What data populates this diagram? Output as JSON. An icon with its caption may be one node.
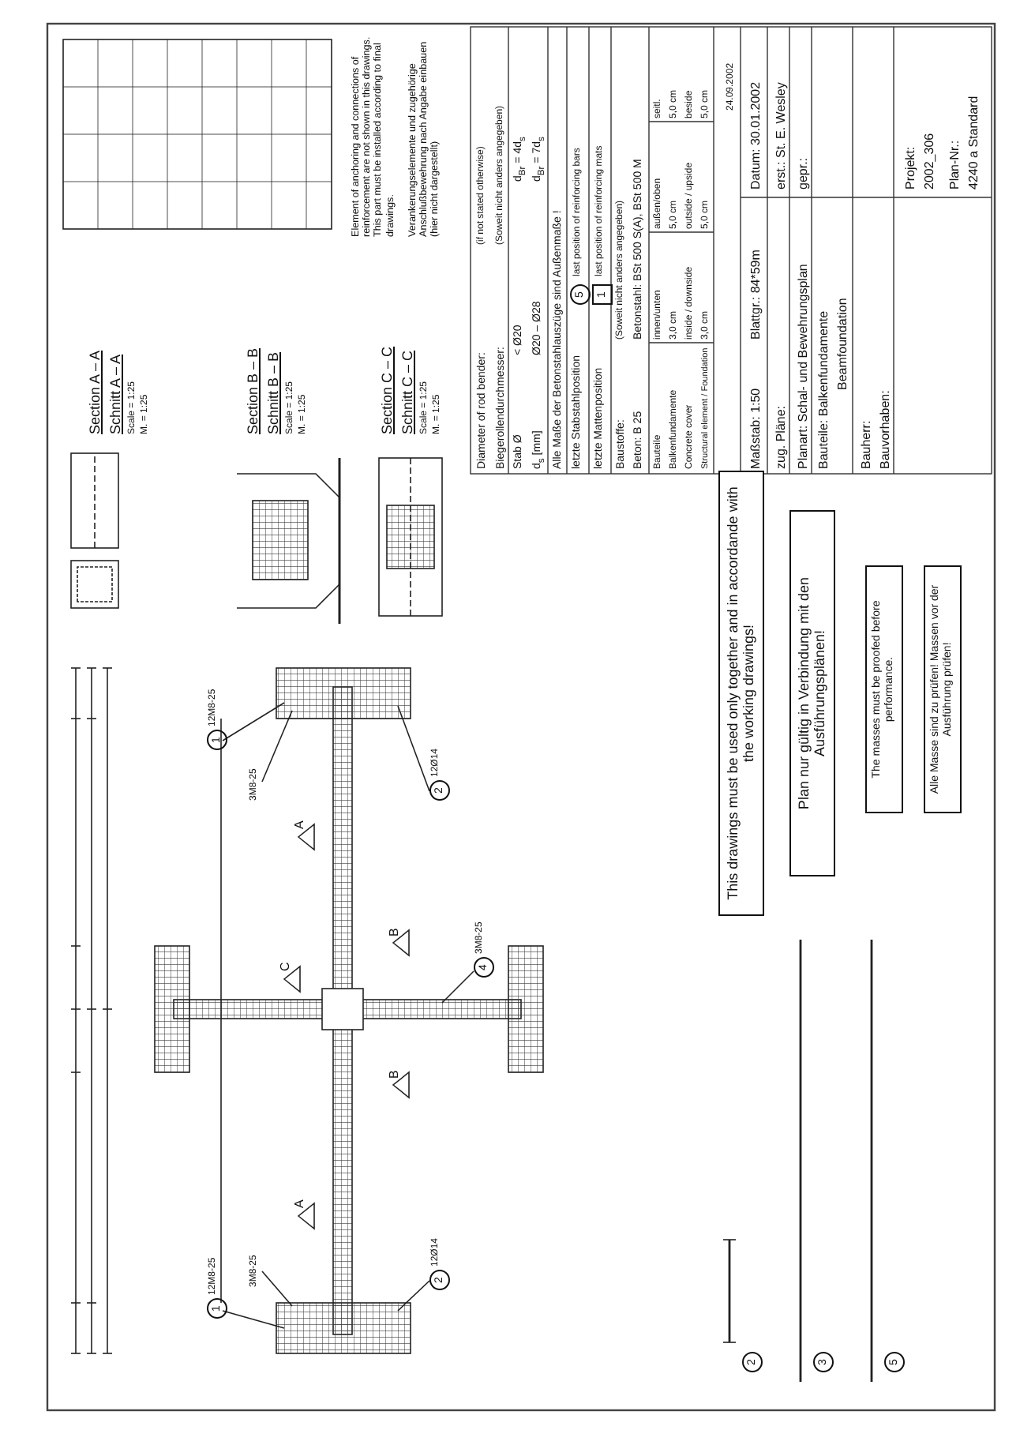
{
  "diagram": {
    "labels": [
      "1",
      "12M8-25",
      "1",
      "12M8-25",
      "3M8-25",
      "3M8-25",
      "2",
      "12Ø14",
      "2",
      "12Ø14",
      "4",
      "3M8-25",
      "A",
      "A",
      "B",
      "B",
      "C",
      "Section A – A",
      "Schnitt A – A",
      "Scale = 1:25",
      "M. = 1:25",
      "Section B – B",
      "Schnitt B – B",
      "Scale = 1:25",
      "M. = 1:25",
      "Section C – C",
      "Schnitt C – C",
      "Scale = 1:25",
      "M. = 1:25",
      "Element of anchoring and connections of reinforcement are not shown in this drawings. This part must be installed according to final drawings.",
      "Verankerungselemente und zugehörige Anschlußbewehrung nach Angabe einbauen (hier nicht dargestellt)",
      "Diameter of rod bender:",
      "(if not stated otherwise)",
      "Biegerollendurchmesser:",
      "(Soweit nicht anders angegeben)",
      "Stab Ø",
      "< Ø20",
      "d$_{Br}$ = 4d$_{s}$",
      "d$_{s}$ [mm]",
      "Ø20 – Ø28",
      "d$_{Br}$ = 7d$_{s}$",
      "Alle Maße der Betonstahlauszüge sind Außenmaße !",
      "letzte Stabstahlposition",
      "5",
      "last position of reinforcing bars",
      "letzte Mattenposition",
      "1",
      "last position of reinforcing mats",
      "Baustoffe:",
      "(Soweit nicht anders angegeben)",
      "Beton: B 25",
      "Betonstahl: BSt 500 S(A), BSt 500 M",
      "Bauteile",
      "innen/unten",
      "außen/oben",
      "seitl.",
      "Balkenfundamente",
      "3,0 cm",
      "5,0 cm",
      "5,0 cm",
      "Concrete cover",
      "inside / downside",
      "outside / upside",
      "beside",
      "Structural element / Foundation",
      "3,0 cm",
      "5,0 cm",
      "5,0 cm",
      "24.09.2002",
      "Maßstab: 1:50",
      "Blattgr.: 84*59m",
      "Datum: 30.01.2002",
      "zug. Pläne:",
      "erst.: St. E. Wesley",
      "Planart: Schal- und Bewehrungsplan",
      "gepr.:",
      "Bauteile: Balkenfundamente",
      "Beamfoundation",
      "Bauherr:",
      "Bauvorhaben:",
      "Projekt:",
      "2002_306",
      "Plan-Nr.:",
      "4240 a Standard",
      "This drawings must be used only together and in accordande with the working drawings!",
      "Plan nur gültig in Verbindung mit den Ausführungsplänen!",
      "The masses must be proofed before performance.",
      "Alle Masse sind zu prüfen! Massen vor der Ausführung prüfen!",
      "2",
      "3",
      "5"
    ]
  }
}
